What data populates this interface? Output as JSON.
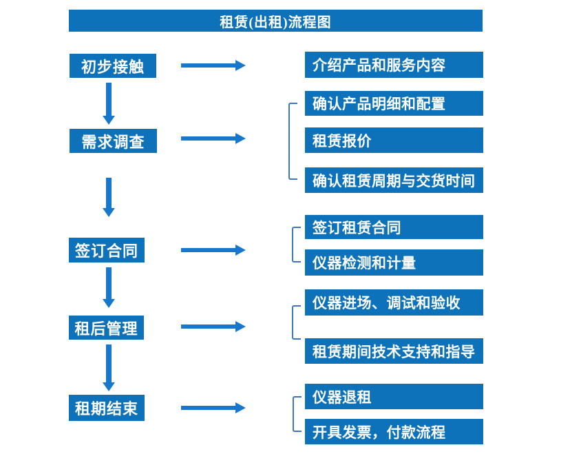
{
  "title": "租赁(出租)流程图",
  "colors": {
    "box": "#0d72ba",
    "arrow": "#1677cd",
    "bracket": "#3e74c2",
    "text": "#ffffff",
    "background": "#ffffff"
  },
  "stages": [
    {
      "label": "初步接触",
      "items": [
        "介绍产品和服务内容"
      ]
    },
    {
      "label": "需求调查",
      "items": [
        "确认产品明细和配置",
        "租赁报价",
        "确认租赁周期与交货时间"
      ]
    },
    {
      "label": "签订合同",
      "items": [
        "签订租赁合同",
        "仪器检测和计量"
      ]
    },
    {
      "label": "租后管理",
      "items": [
        "仪器进场、调试和验收",
        "租赁期间技术支持和指导"
      ]
    },
    {
      "label": "租期结束",
      "items": [
        "仪器退租",
        "开具发票，付款流程"
      ]
    }
  ]
}
